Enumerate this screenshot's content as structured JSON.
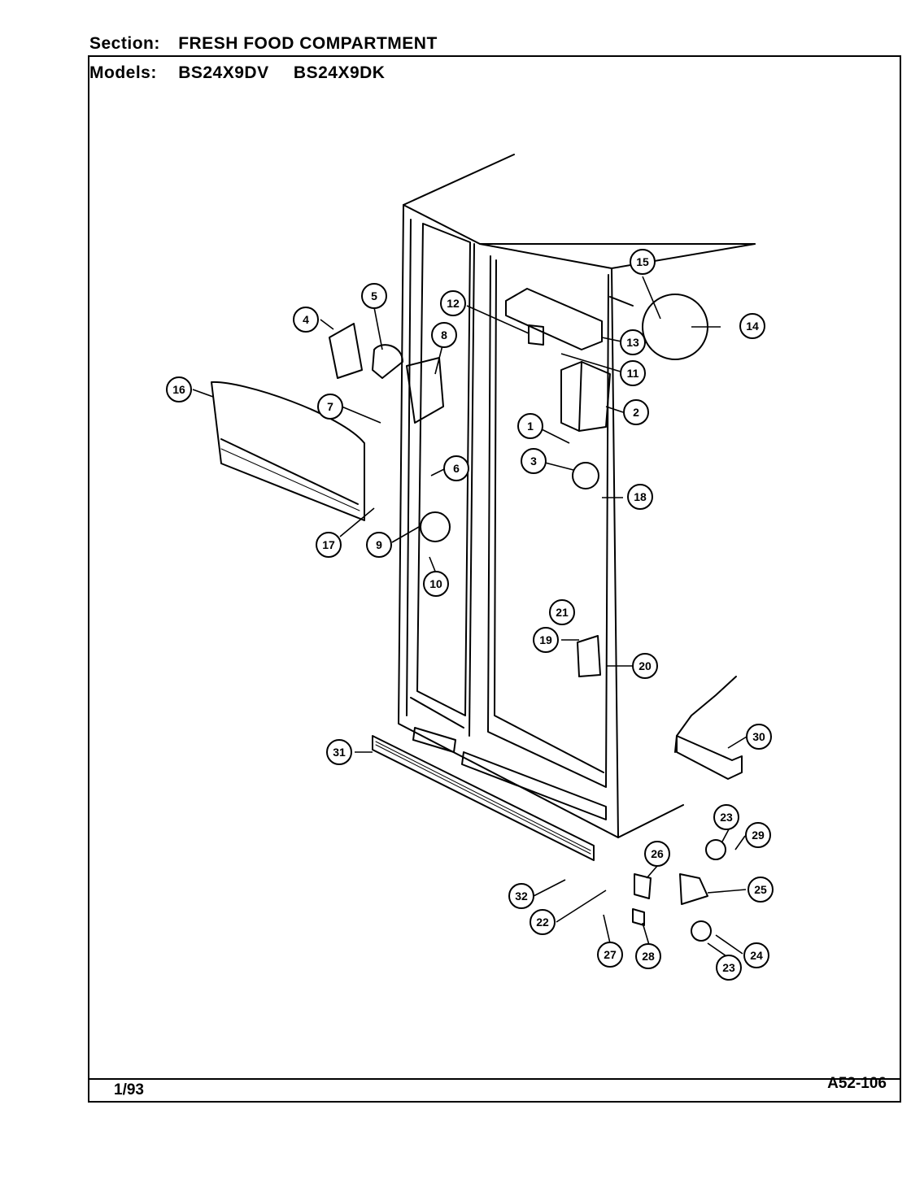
{
  "header": {
    "section_label": "Section:",
    "section_value": "FRESH FOOD COMPARTMENT",
    "models_label": "Models:",
    "models": [
      "BS24X9DV",
      "BS24X9DK"
    ]
  },
  "footer": {
    "date": "1/93",
    "page_code": "A52-106"
  },
  "callouts": [
    "1",
    "2",
    "3",
    "4",
    "5",
    "6",
    "7",
    "8",
    "9",
    "10",
    "11",
    "12",
    "13",
    "14",
    "15",
    "16",
    "17",
    "18",
    "19",
    "20",
    "21",
    "22",
    "23",
    "23",
    "24",
    "25",
    "26",
    "27",
    "28",
    "29",
    "30",
    "31",
    "32"
  ]
}
